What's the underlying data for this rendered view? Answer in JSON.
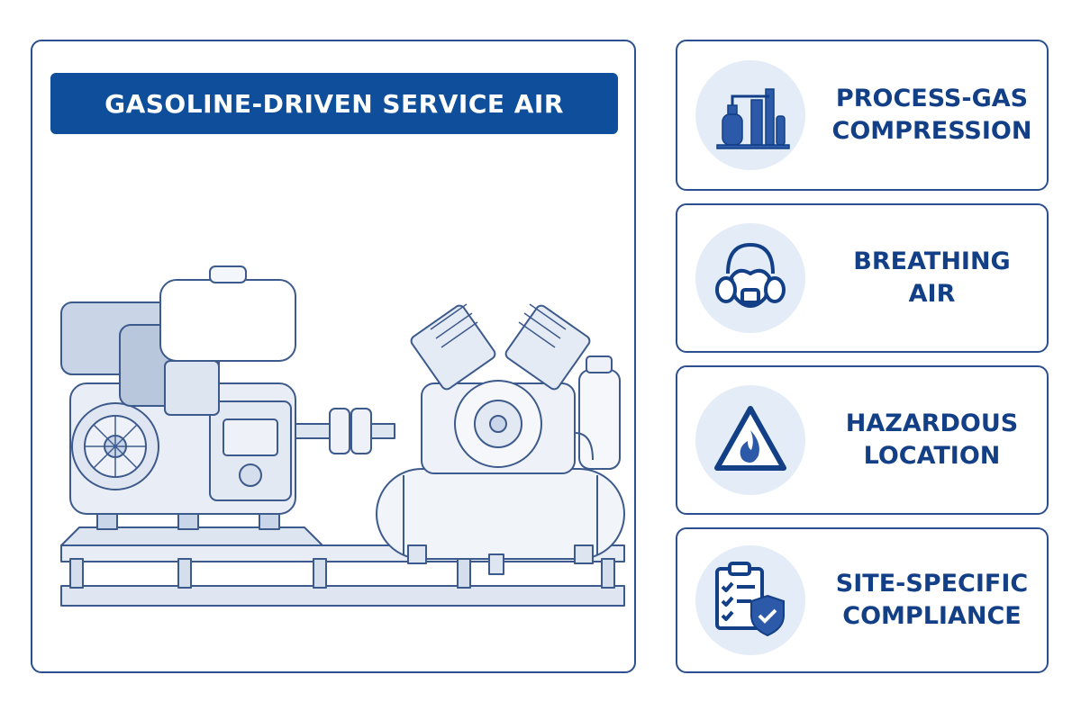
{
  "main": {
    "title": "GASOLINE-DRIVEN SERVICE AIR"
  },
  "cards": [
    {
      "icon": "process-gas-plant-icon",
      "lines": [
        "PROCESS-GAS",
        "COMPRESSION"
      ]
    },
    {
      "icon": "respirator-mask-icon",
      "lines": [
        "BREATHING AIR"
      ]
    },
    {
      "icon": "flammable-warning-icon",
      "lines": [
        "HAZARDOUS",
        "LOCATION"
      ]
    },
    {
      "icon": "clipboard-shield-icon",
      "lines": [
        "SITE-SPECIFIC",
        "COMPLIANCE"
      ]
    }
  ],
  "colors": {
    "brand_blue": "#0f4e9b",
    "text_blue": "#123f86",
    "border_blue": "#2b4f8f",
    "icon_bg": "#e4ecf7"
  }
}
